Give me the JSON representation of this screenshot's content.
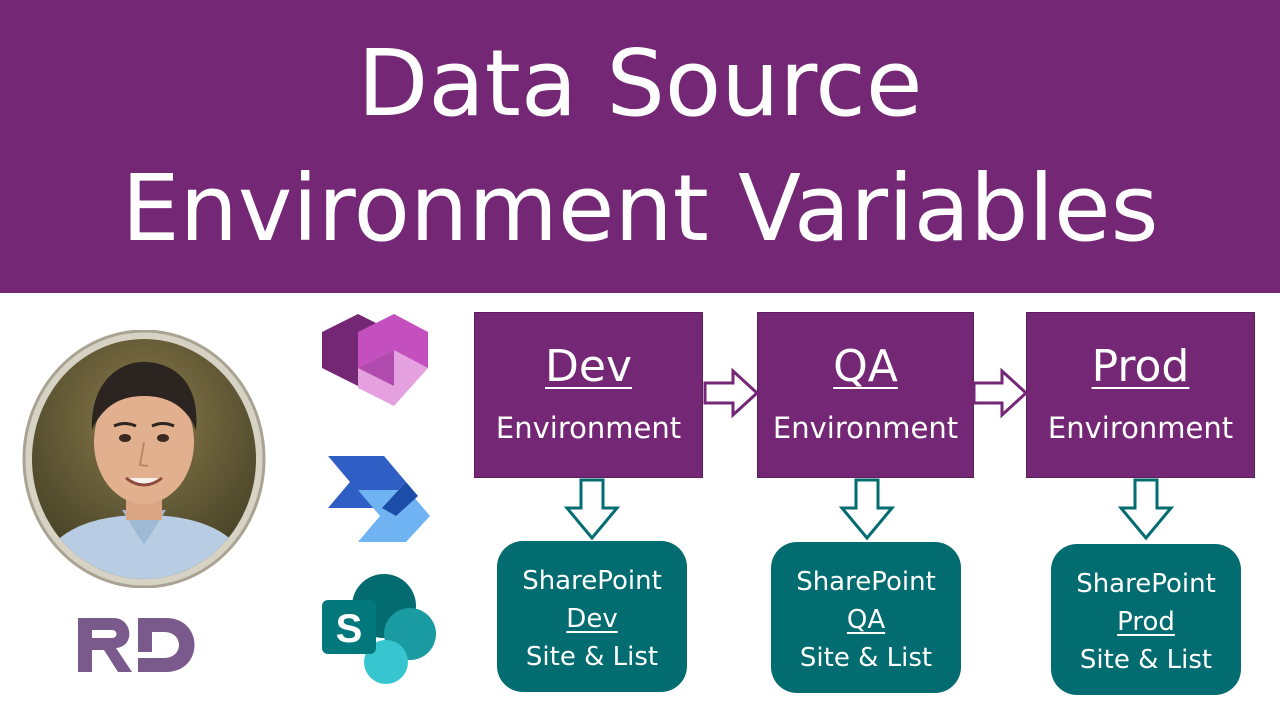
{
  "title": {
    "line1": "Data Source",
    "line2": "Environment Variables"
  },
  "colors": {
    "banner": "#742774",
    "env_box": "#742774",
    "sharepoint_box": "#036c70",
    "arrow": "#742774",
    "down_arrow": "#036c70"
  },
  "icons": {
    "powerapps": "power-apps-icon",
    "automate": "power-automate-icon",
    "sharepoint": "sharepoint-icon",
    "logo": "rd-logo",
    "presenter": "presenter-photo"
  },
  "environments": [
    {
      "name": "Dev",
      "label": "Environment"
    },
    {
      "name": "QA",
      "label": "Environment"
    },
    {
      "name": "Prod",
      "label": "Environment"
    }
  ],
  "sharepoint_sites": [
    {
      "line1": "SharePoint",
      "env": "Dev",
      "line3": "Site & List"
    },
    {
      "line1": "SharePoint",
      "env": "QA",
      "line3": "Site & List"
    },
    {
      "line1": "SharePoint",
      "env": "Prod",
      "line3": "Site & List"
    }
  ]
}
